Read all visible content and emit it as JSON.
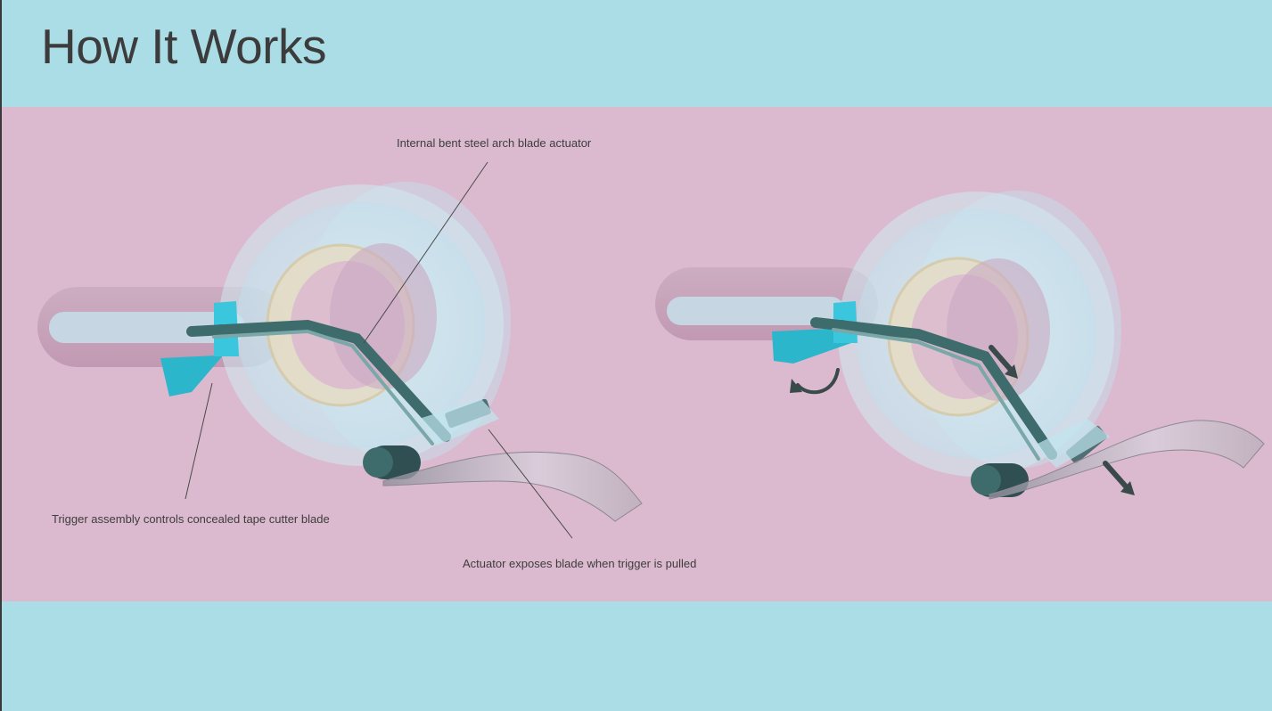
{
  "slide": {
    "title": "How It Works"
  },
  "callouts": {
    "actuator": "Internal bent steel arch blade actuator",
    "trigger": "Trigger assembly controls concealed tape cutter blade",
    "exposes": "Actuator exposes blade when trigger is pulled"
  },
  "colors": {
    "background": "#abdde6",
    "band": "#dbbacf",
    "trigger": "#2bb6cc",
    "actuator": "#3e6b6b",
    "tape": "#c8e6ee"
  },
  "figures": [
    {
      "name": "dispenser-resting",
      "state": "trigger released, blade concealed"
    },
    {
      "name": "dispenser-cutting",
      "state": "trigger pulled, blade exposed",
      "icons": [
        "rotate-arrow-icon",
        "down-right-arrow-icon",
        "down-right-arrow-icon"
      ]
    }
  ]
}
